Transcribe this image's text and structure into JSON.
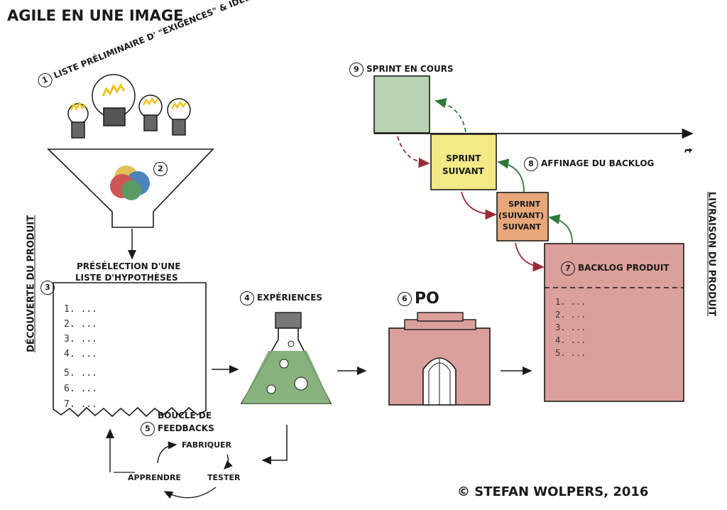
{
  "title": "AGILE EN UNE IMAGE",
  "ideas": {
    "number": "1",
    "label": "LISTE PRÉLIMINAIRE D' \"EXIGENCES\" & IDÉES"
  },
  "funnel": {
    "number": "2"
  },
  "hypotheses": {
    "number": "3",
    "label_line1": "PRÉSÉLECTION D'UNE",
    "label_line2": "LISTE D'HYPOTHÈSES",
    "items": [
      "1. ...",
      "2. ...",
      "3. ...",
      "4. ...",
      "5. ...",
      "6. ...",
      "7. ..."
    ]
  },
  "experiments": {
    "number": "4",
    "label": "EXPÉRIENCES"
  },
  "feedback": {
    "number": "5",
    "label_line1": "BOUCLE DE",
    "label_line2": "FEEDBACKS",
    "build": "FABRIQUER",
    "test": "TESTER",
    "learn": "APPRENDRE"
  },
  "po": {
    "number": "6",
    "label": "PO"
  },
  "backlog": {
    "number": "7",
    "label": "BACKLOG PRODUIT",
    "items": [
      "1. ...",
      "2. ...",
      "3. ...",
      "4. ...",
      "5. ..."
    ]
  },
  "refinement": {
    "number": "8",
    "label": "AFFINAGE DU BACKLOG"
  },
  "sprint_current": {
    "number": "9",
    "label": "SPRINT EN COURS"
  },
  "sprint_next": {
    "line1": "SPRINT",
    "line2": "SUIVANT"
  },
  "sprint_next_next": {
    "line1": "SPRINT",
    "line2": "(SUIVANT)",
    "line3": "SUIVANT"
  },
  "timeline_label": "t",
  "left_side_label": "DÉCOUVERTE DU PRODUIT",
  "right_side_label": "LIVRAISON DU PRODUIT",
  "copyright": "© STEFAN WOLPERS, 2016",
  "colors": {
    "green_fill": "#b9d3b2",
    "yellow_fill": "#f3ea86",
    "orange_fill": "#e7a77a",
    "red_fill": "#dba09c",
    "dark_red_arrow": "#9a2a37",
    "green_arrow": "#2e7a3a",
    "flask_green": "#7aa86f"
  }
}
